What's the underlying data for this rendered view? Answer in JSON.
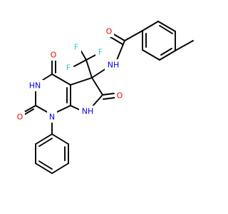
{
  "colors": {
    "bond": "#000000",
    "oxygen": "#ff0000",
    "nitrogen": "#0000ff",
    "fluorine": "#33cccc"
  },
  "atoms": {
    "o_amide": "O",
    "nh_amide": "NH",
    "f1": "F",
    "f2": "F",
    "f3": "F",
    "o_c4": "O",
    "hn_n3": "HN",
    "o_c6": "O",
    "o_c2": "O",
    "nh_n7": "NH",
    "n1": "N"
  }
}
